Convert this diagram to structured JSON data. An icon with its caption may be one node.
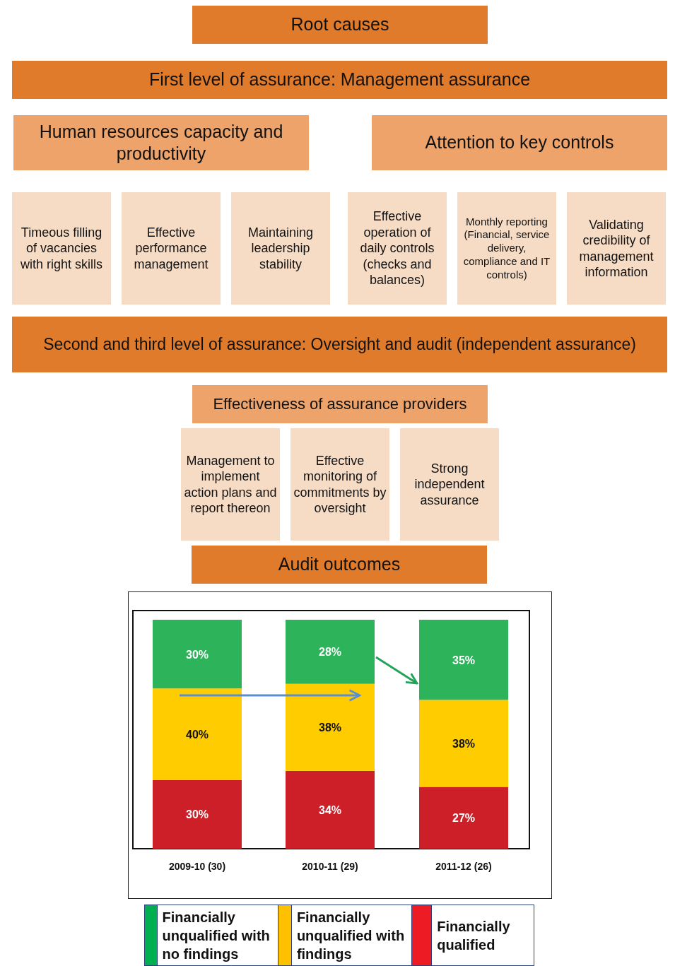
{
  "diagram": {
    "nodes": [
      {
        "text": [
          "Root causes"
        ]
      },
      {
        "text": [
          "First level of assurance: Management assurance"
        ]
      },
      {
        "text": [
          "Human resources capacity and productivity"
        ]
      },
      {
        "text": [
          "Attention to key controls"
        ]
      },
      {
        "text": [
          "Timeous filling of vacancies with right skills"
        ]
      },
      {
        "text": [
          "Effective performance management"
        ]
      },
      {
        "text": [
          "Maintaining leadership stability"
        ]
      },
      {
        "text": [
          "Effective operation of daily controls (checks and balances)"
        ]
      },
      {
        "text": [
          "Monthly reporting (Financial, service delivery, compliance and IT controls)"
        ]
      },
      {
        "text": [
          "Validating credibility of management information"
        ]
      },
      {
        "text": [
          "Second and third level of assurance: Oversight and audit (independent assurance)"
        ]
      },
      {
        "text": [
          "Effectiveness of assurance providers"
        ]
      },
      {
        "text": [
          "Management to implement action plans and report thereon"
        ]
      },
      {
        "text": [
          "Effective monitoring of commitments by oversight"
        ]
      },
      {
        "text": [
          "Strong independent assurance"
        ]
      },
      {
        "text": [
          "Audit outcomes"
        ]
      }
    ],
    "edges": [],
    "legend": [
      {
        "text": "Financially unqualified with no findings",
        "color": "#00b050"
      },
      {
        "text": "Financially unqualified with findings",
        "color": "#ffc000"
      },
      {
        "text": "Financially qualified",
        "color": "#ed1c24"
      }
    ],
    "chart_data": {
      "type": "bar",
      "stacked": true,
      "orientation": "vertical",
      "categories": [
        "2009-10 (30)",
        "2010-11 (29)",
        "2011-12 (26)"
      ],
      "series": [
        {
          "color": "#cc1f27",
          "values": [
            30,
            34,
            27
          ],
          "value_labels": [
            "30%",
            "34%",
            "27%"
          ]
        },
        {
          "color": "#ffcc00",
          "values": [
            40,
            38,
            38
          ],
          "value_labels": [
            "40%",
            "38%",
            "38%"
          ]
        },
        {
          "color": "#2db35a",
          "values": [
            30,
            28,
            35
          ],
          "value_labels": [
            "30%",
            "28%",
            "35%"
          ]
        }
      ]
    }
  }
}
